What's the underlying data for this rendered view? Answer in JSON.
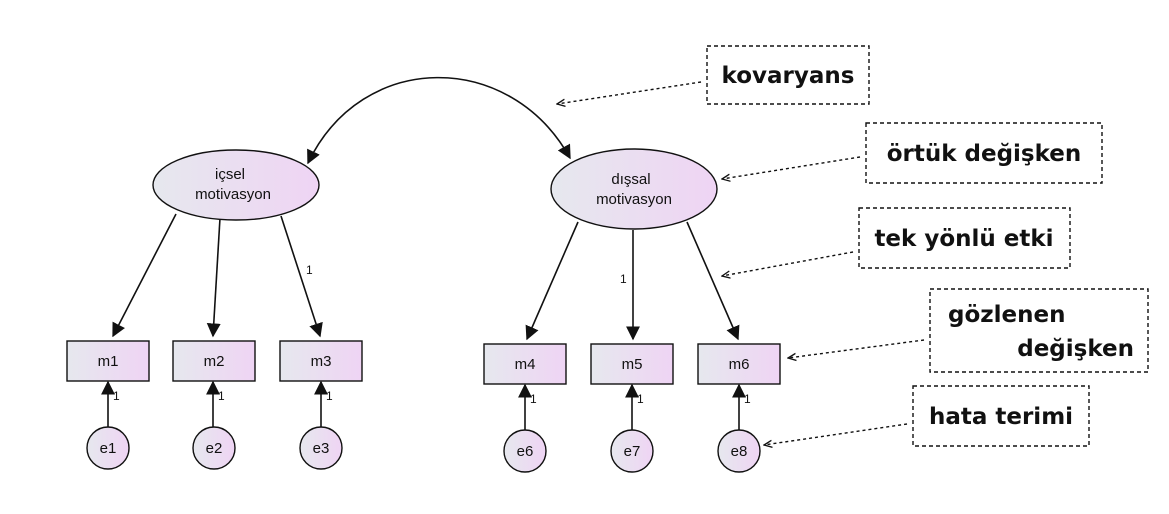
{
  "latents": [
    {
      "id": "icsel",
      "line1": "içsel",
      "line2": "motivasyon"
    },
    {
      "id": "dissal",
      "line1": "dışsal",
      "line2": "motivasyon"
    }
  ],
  "observed": [
    "m1",
    "m2",
    "m3",
    "m4",
    "m5",
    "m6"
  ],
  "errors": [
    "e1",
    "e2",
    "e3",
    "e6",
    "e7",
    "e8"
  ],
  "path_labels": {
    "loading_m3": "1",
    "loading_m5": "1",
    "error_loadings": [
      "1",
      "1",
      "1",
      "1",
      "1",
      "1"
    ]
  },
  "callouts": {
    "covariance": "kovaryans",
    "latent_variable": "örtük değişken",
    "directional_effect": "tek yönlü etki",
    "observed_variable_line1": "gözlenen",
    "observed_variable_line2": "değişken",
    "error_term": "hata terimi"
  },
  "colors": {
    "node_fill_start": "#e6e8ee",
    "node_fill_end": "#efd4f4",
    "stroke": "#111111"
  }
}
